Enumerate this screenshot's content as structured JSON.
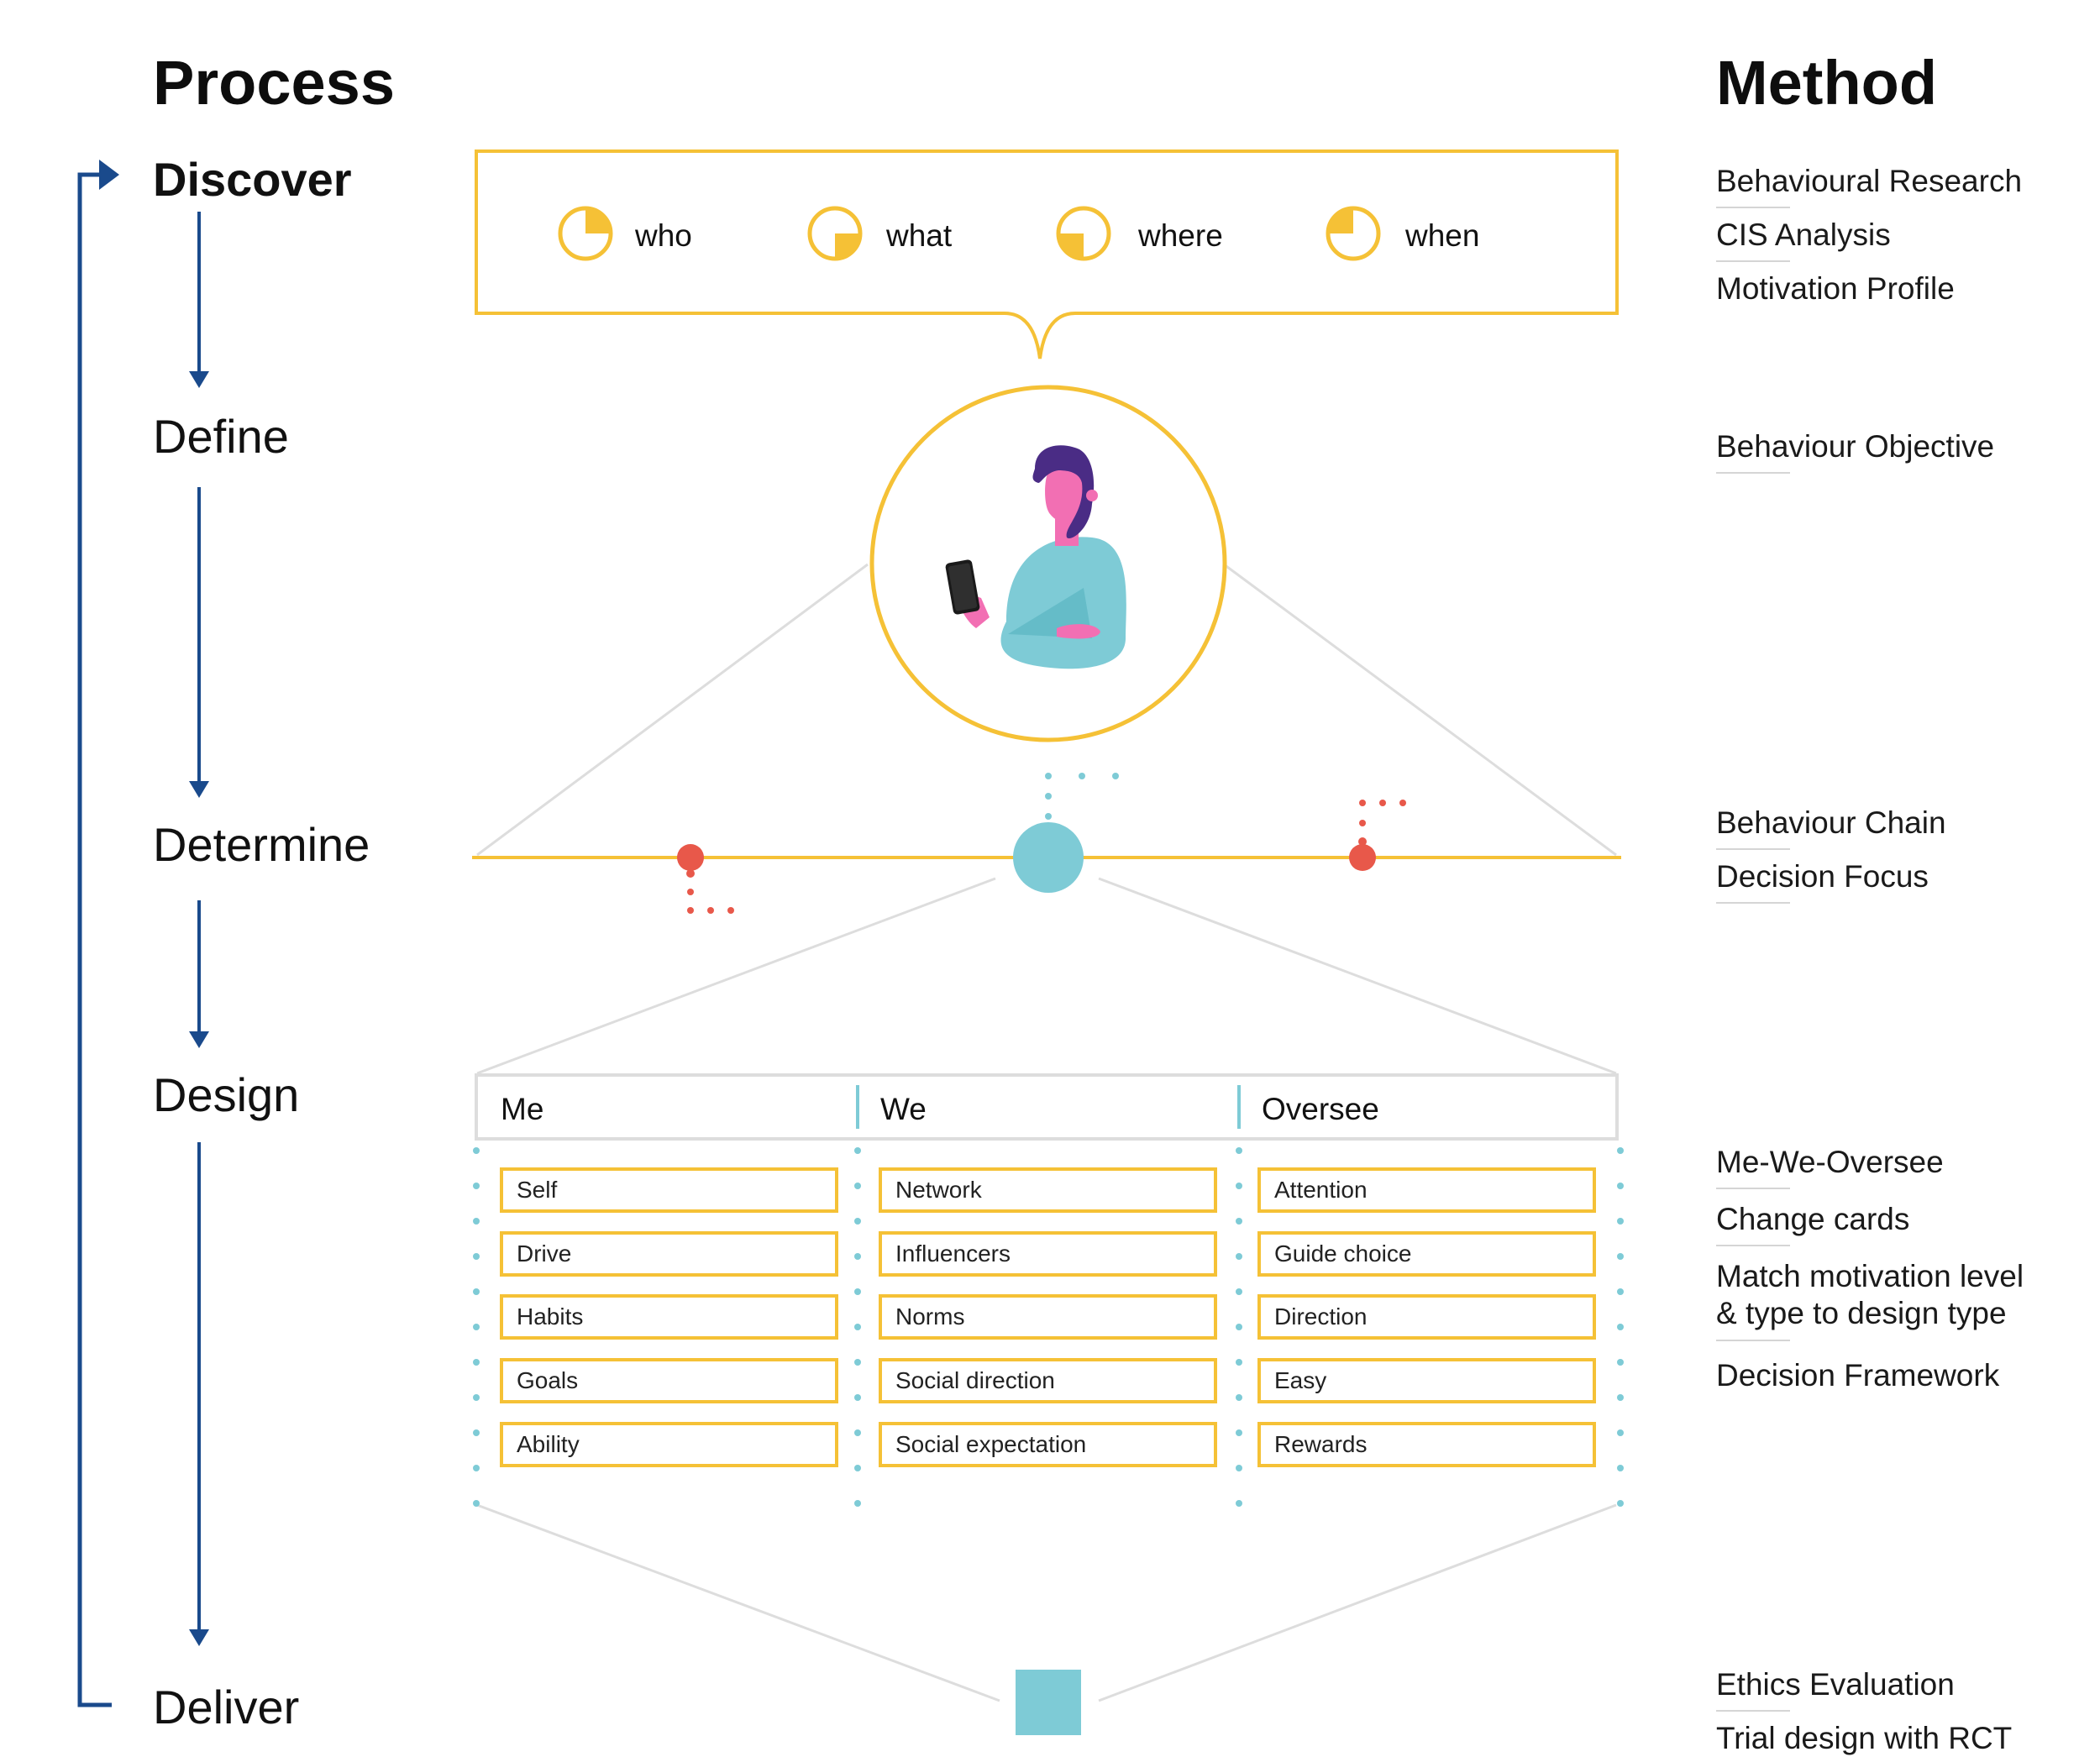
{
  "headers": {
    "process": "Process",
    "method": "Method"
  },
  "stages": [
    {
      "id": "discover",
      "label": "Discover"
    },
    {
      "id": "define",
      "label": "Define"
    },
    {
      "id": "determine",
      "label": "Determine"
    },
    {
      "id": "design",
      "label": "Design"
    },
    {
      "id": "deliver",
      "label": "Deliver"
    }
  ],
  "discover_questions": [
    "who",
    "what",
    "where",
    "when"
  ],
  "methods": {
    "discover": [
      "Behavioural Research",
      "CIS Analysis",
      "Motivation Profile"
    ],
    "define": [
      "Behaviour Objective"
    ],
    "determine": [
      "Behaviour Chain",
      "Decision Focus"
    ],
    "design": [
      "Me-We-Oversee",
      "Change cards",
      "Match motivation level",
      "& type to design type",
      "Decision Framework"
    ],
    "deliver": [
      "Ethics Evaluation",
      "Trial design with RCT"
    ]
  },
  "design_columns": [
    {
      "title": "Me",
      "items": [
        "Self",
        "Drive",
        "Habits",
        "Goals",
        "Ability"
      ]
    },
    {
      "title": "We",
      "items": [
        "Network",
        "Influencers",
        "Norms",
        "Social direction",
        "Social expectation"
      ]
    },
    {
      "title": "Oversee",
      "items": [
        "Attention",
        "Guide choice",
        "Direction",
        "Easy",
        "Rewards"
      ]
    }
  ],
  "colors": {
    "yellow": "#f5c136",
    "teal": "#7ecbd6",
    "red": "#e8584a",
    "navy": "#1a4a8c",
    "grey_line": "#dddddd"
  }
}
